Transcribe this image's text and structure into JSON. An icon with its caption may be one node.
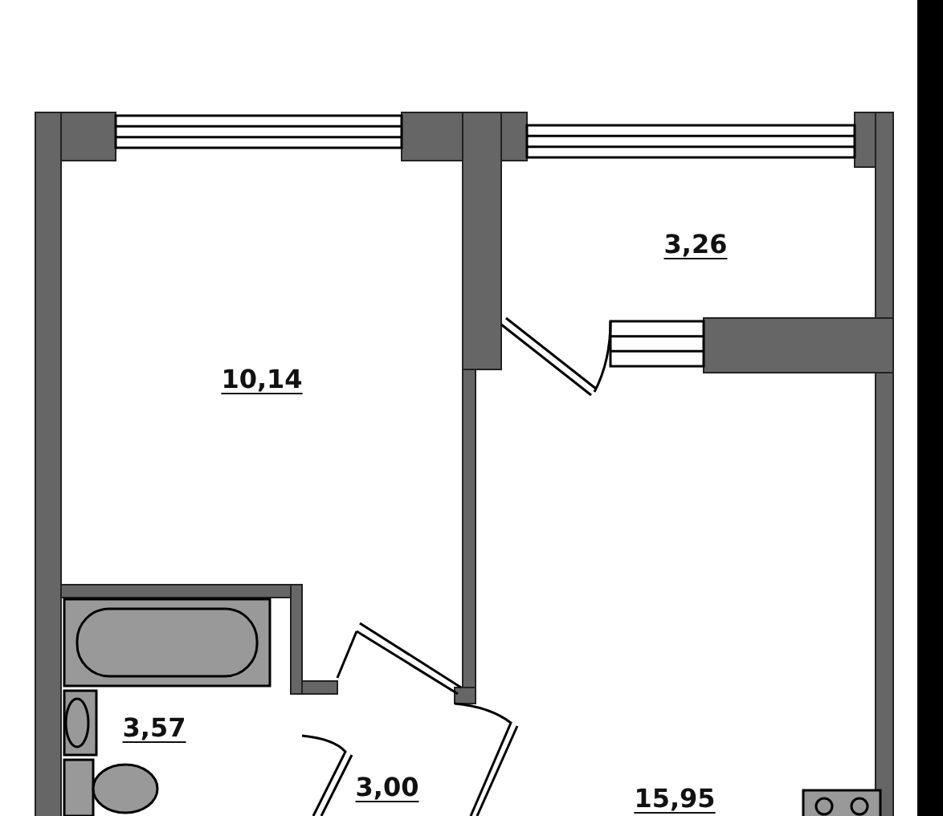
{
  "diagram": {
    "labels": [
      "3,26",
      "10,14",
      "3,57",
      "3,00",
      "15,95"
    ]
  }
}
